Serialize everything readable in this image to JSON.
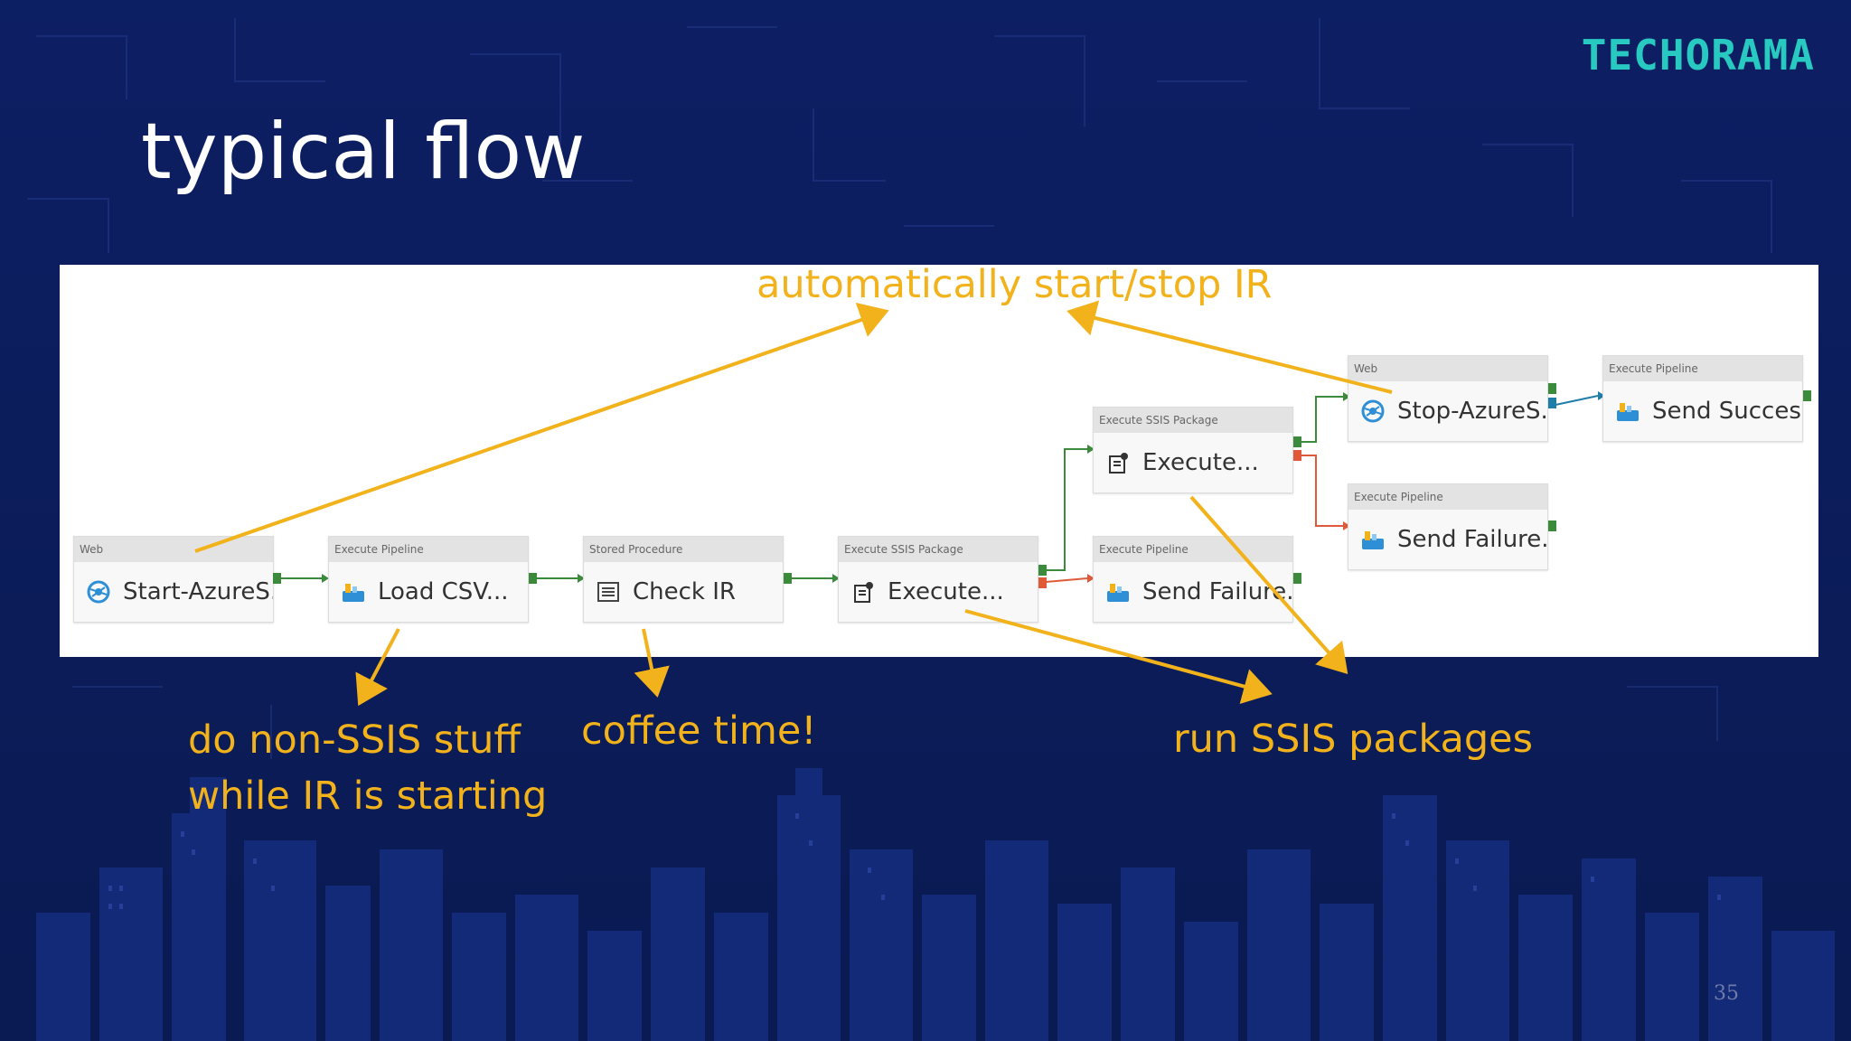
{
  "brand": {
    "logo_text": "TECHORAMA"
  },
  "slide": {
    "title": "typical flow",
    "number": "35"
  },
  "colors": {
    "background": "#0d1f63",
    "accent": "#f2b21b",
    "logo": "#27c9c0",
    "success_port": "#3c8a3c",
    "failure_port": "#e05a3a",
    "completion_port": "#1e7ea8"
  },
  "activities": [
    {
      "type": "Web",
      "label": "Start-AzureS...",
      "icon": "web-globe-icon"
    },
    {
      "type": "Execute Pipeline",
      "label": "Load CSV...",
      "icon": "execute-pipeline-icon"
    },
    {
      "type": "Stored Procedure",
      "label": "Check IR",
      "icon": "stored-procedure-icon"
    },
    {
      "type": "Execute SSIS Package",
      "label": "Execute...",
      "icon": "ssis-package-icon"
    },
    {
      "type": "Execute SSIS Package",
      "label": "Execute...",
      "icon": "ssis-package-icon"
    },
    {
      "type": "Execute Pipeline",
      "label": "Send Failure...",
      "icon": "execute-pipeline-icon"
    },
    {
      "type": "Web",
      "label": "Stop-AzureS...",
      "icon": "web-globe-icon"
    },
    {
      "type": "Execute Pipeline",
      "label": "Send Failure...",
      "icon": "execute-pipeline-icon"
    },
    {
      "type": "Execute Pipeline",
      "label": "Send Succes...",
      "icon": "execute-pipeline-icon"
    }
  ],
  "annotations": {
    "auto_start_stop": "automatically start/stop IR",
    "non_ssis_line1": "do non-SSIS stuff",
    "non_ssis_line2": "while IR is starting",
    "coffee": "coffee time!",
    "run_ssis": "run SSIS packages"
  }
}
